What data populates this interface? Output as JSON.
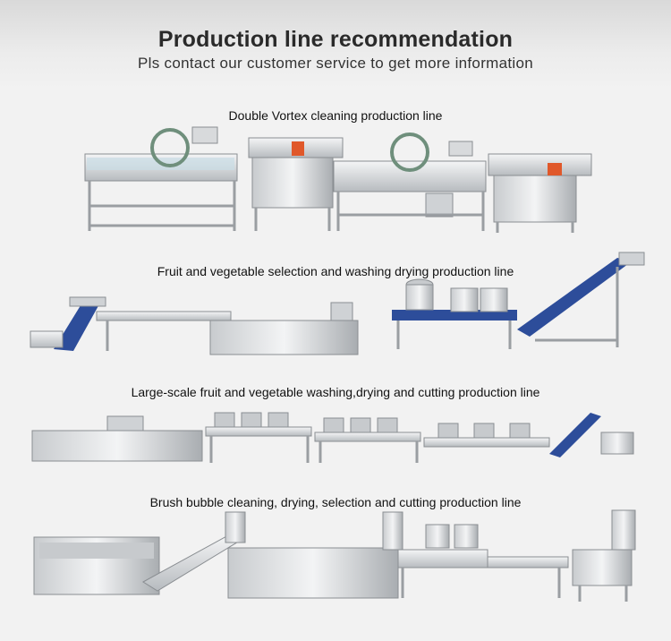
{
  "header": {
    "title": "Production line recommendation",
    "subtitle": "Pls contact our customer service to get more information"
  },
  "sections": [
    {
      "label": "Double Vortex cleaning production line"
    },
    {
      "label": "Fruit and vegetable selection and washing drying production line"
    },
    {
      "label": "Large-scale fruit and vegetable washing,drying and cutting production line"
    },
    {
      "label": "Brush bubble cleaning, drying, selection and cutting production line"
    }
  ],
  "colors": {
    "background": "#f2f2f2",
    "steel_light": "#e4e6e8",
    "steel_mid": "#b9bdc1",
    "steel_dark": "#7d8287",
    "belt_blue": "#2d4d9a",
    "motor_orange": "#e0582a"
  }
}
